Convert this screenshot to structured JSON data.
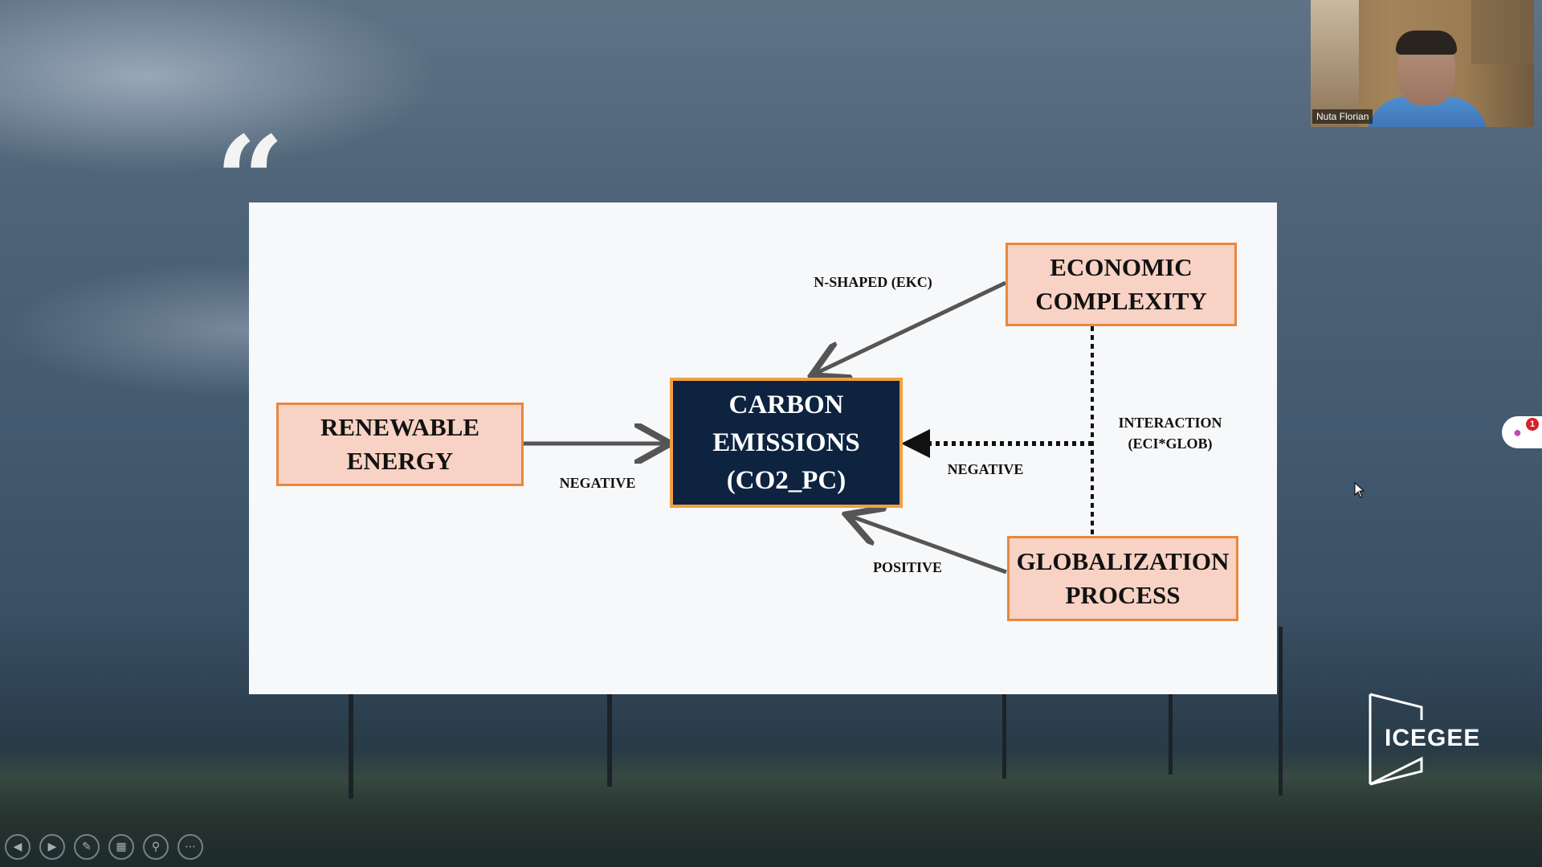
{
  "slide": {
    "boxes": {
      "renewable_energy": "RENEWABLE\nENERGY",
      "carbon_emissions": "CARBON\nEMISSIONS\n(CO2_PC)",
      "economic_complexity": "ECONOMIC\nCOMPLEXITY",
      "globalization_process": "GLOBALIZATION\nPROCESS"
    },
    "labels": {
      "n_shaped": "N-SHAPED (EKC)",
      "negative_left": "NEGATIVE",
      "negative_right": "NEGATIVE",
      "interaction": "INTERACTION\n(ECI*GLOB)",
      "positive": "POSITIVE"
    },
    "colors": {
      "box_fill": "#f8d2c4",
      "box_border": "#e6883f",
      "center_fill": "#0d2340",
      "arrow": "#555555"
    }
  },
  "video": {
    "participant_name": "Nuta Florian"
  },
  "notification": {
    "count": "1",
    "icon": "map-pin-icon"
  },
  "logo": {
    "text": "ICEGEE"
  },
  "toolbar": {
    "buttons": [
      {
        "name": "previous-slide-button",
        "icon": "arrow-left-icon"
      },
      {
        "name": "next-slide-button",
        "icon": "arrow-right-icon"
      },
      {
        "name": "pen-tool-button",
        "icon": "pen-icon"
      },
      {
        "name": "see-all-slides-button",
        "icon": "slides-grid-icon"
      },
      {
        "name": "zoom-button",
        "icon": "magnifier-icon"
      },
      {
        "name": "more-options-button",
        "icon": "ellipsis-icon"
      }
    ]
  }
}
